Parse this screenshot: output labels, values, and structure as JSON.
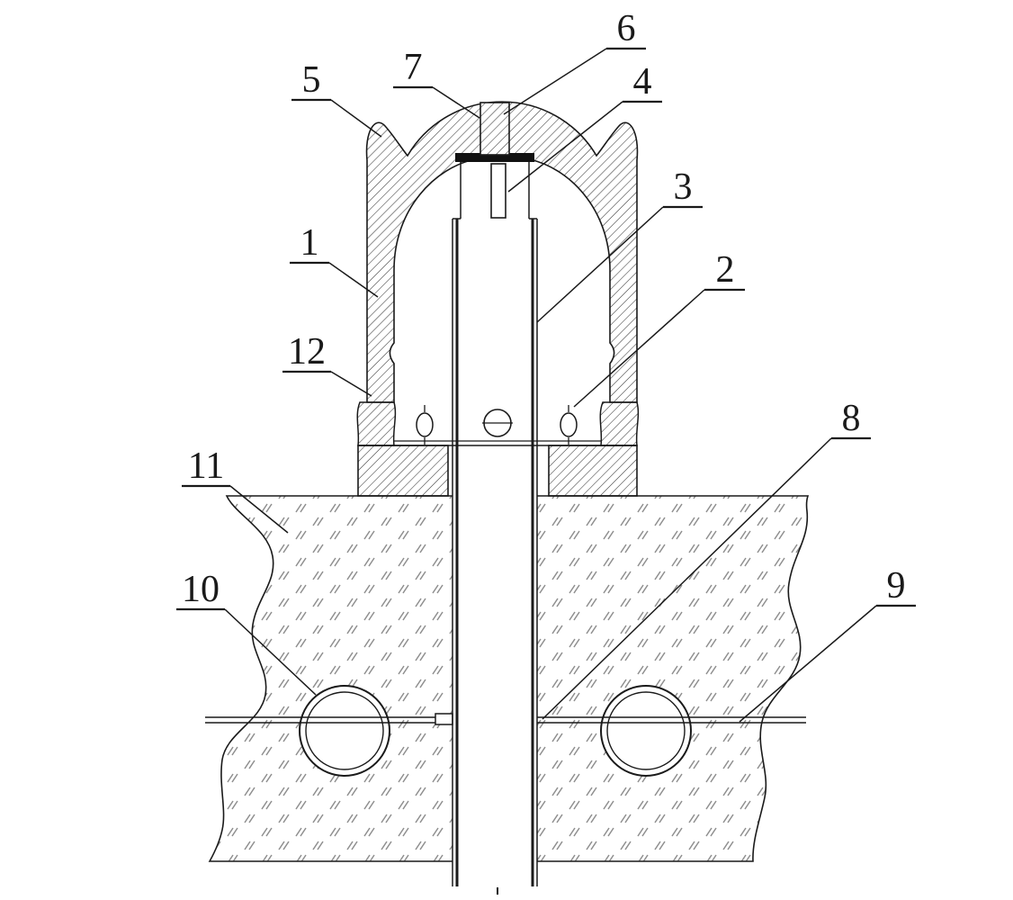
{
  "figure": {
    "kind": "patent-sectional-technical-drawing",
    "colors": {
      "line": "#1a1a1a",
      "hatch": "#3a3a3a",
      "ground_marks": "#8f8f8f",
      "background": "#ffffff"
    },
    "labels": [
      {
        "n": "1"
      },
      {
        "n": "2"
      },
      {
        "n": "3"
      },
      {
        "n": "4"
      },
      {
        "n": "5"
      },
      {
        "n": "6"
      },
      {
        "n": "7"
      },
      {
        "n": "8"
      },
      {
        "n": "9"
      },
      {
        "n": "10"
      },
      {
        "n": "11"
      },
      {
        "n": "12"
      }
    ]
  }
}
